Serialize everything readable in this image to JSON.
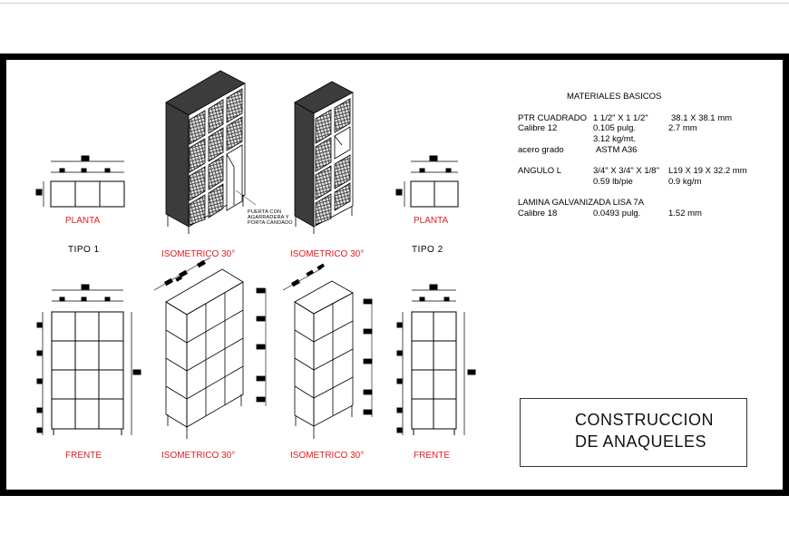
{
  "drawing": {
    "labels": {
      "planta_left": "PLANTA",
      "planta_right": "PLANTA",
      "tipo1": "TIPO  1",
      "tipo2": "TIPO  2",
      "iso_top_left": "ISOMETRICO 30°",
      "iso_top_right": "ISOMETRICO 30°",
      "iso_bottom_left": "ISOMETRICO 30°",
      "iso_bottom_right": "ISOMETRICO 30°",
      "frente_left": "FRENTE",
      "frente_right": "FRENTE"
    },
    "door_note": [
      "PUERTA CON",
      "AGARRADERA Y",
      "PORTA CANDADO"
    ],
    "label_color": "#e11b1b"
  },
  "materials": {
    "title": "MATERIALES BASICOS",
    "rows": [
      {
        "c1": "PTR CUADRADO",
        "c2": "1 1/2\" X 1 1/2\"",
        "c3": "38.1 X 38.1 mm"
      },
      {
        "c1": "Calibre 12",
        "c2": "0.105 pulg.",
        "c3": "2.7 mm"
      },
      {
        "c1": "",
        "c2": "3.12 kg/mt.",
        "c3": ""
      },
      {
        "c1": "acero grado",
        "c2": "ASTM A36",
        "c3": ""
      },
      {
        "c1": "ANGULO L",
        "c2": "3/4\" X 3/4\" X 1/8\"",
        "c3": "L19 X 19 X 32.2 mm"
      },
      {
        "c1": "",
        "c2": "0.59 lb/pie",
        "c3": "0.9 kg/m"
      },
      {
        "c1": "LAMINA GALVANIZADA LISA 7A",
        "c2": "",
        "c3": ""
      },
      {
        "c1": "Calibre 18",
        "c2": "0.0493 pulg.",
        "c3": "1.52 mm"
      }
    ]
  },
  "title_block": {
    "line1": "CONSTRUCCION",
    "line2": "DE ANAQUELES"
  }
}
